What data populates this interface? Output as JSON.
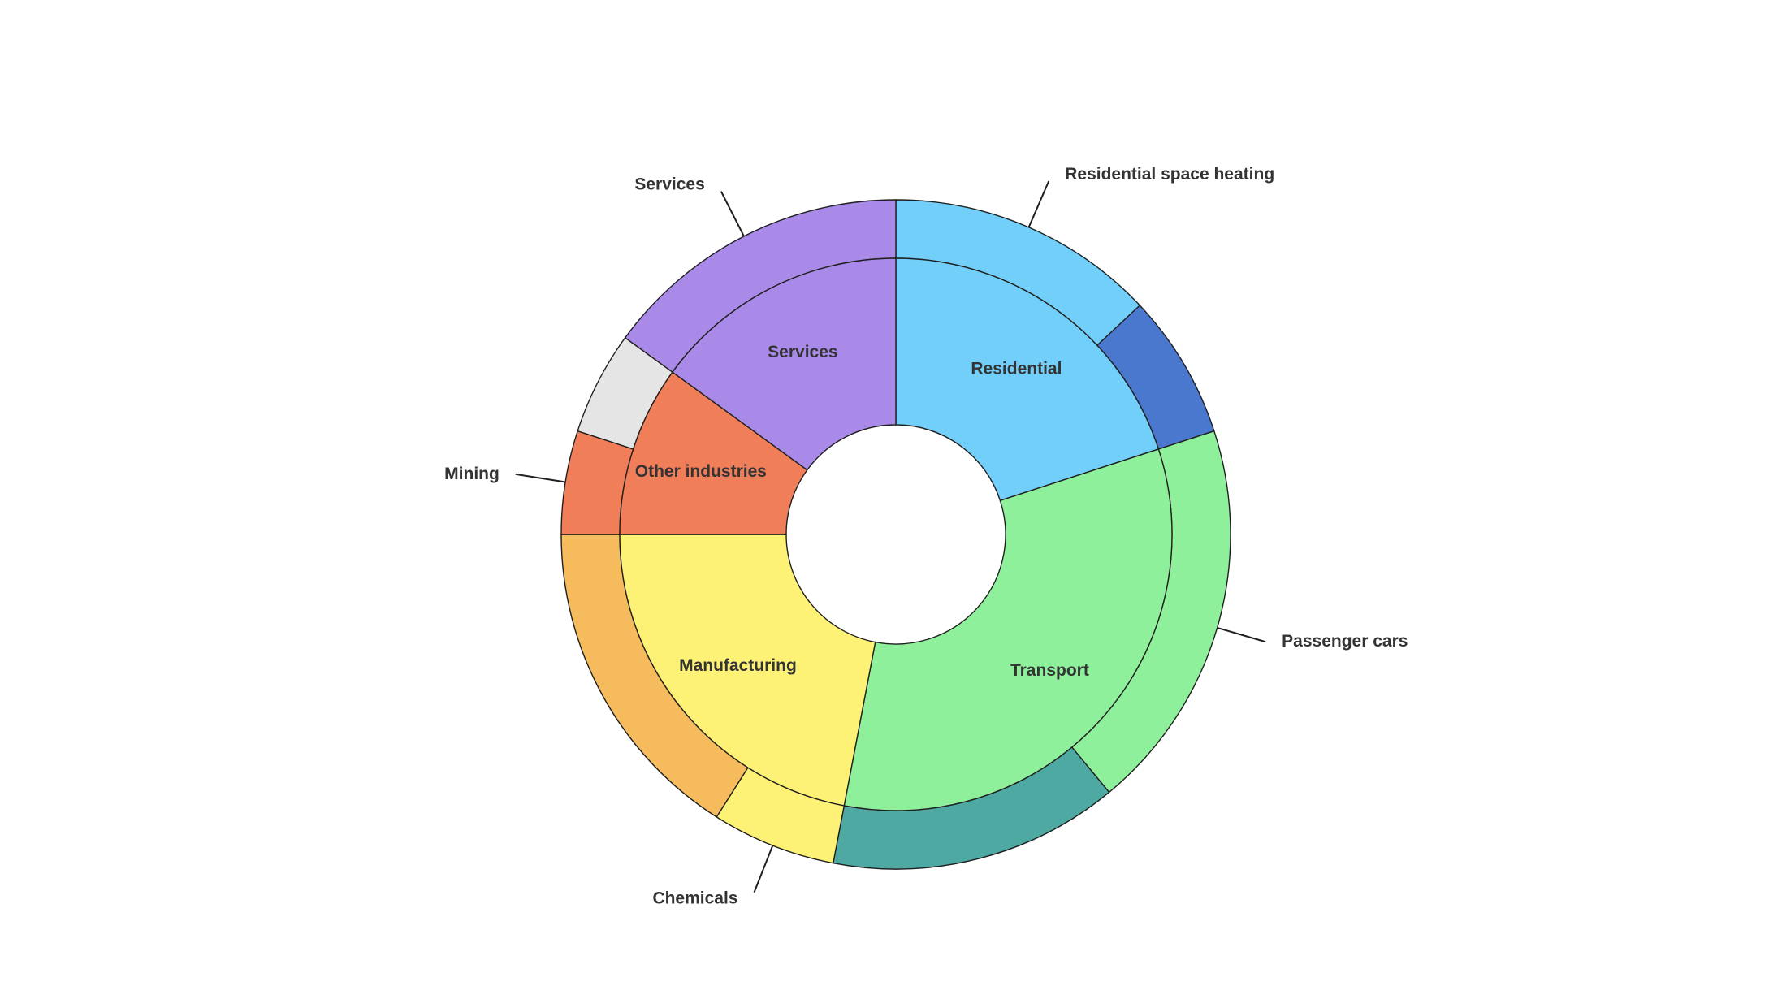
{
  "chart_data": {
    "type": "sunburst",
    "title": "",
    "inner": [
      {
        "name": "Residential",
        "value": 20,
        "color": "#72cffa",
        "label": "Residential"
      },
      {
        "name": "Transport",
        "value": 33,
        "color": "#8ff09c",
        "label": "Transport"
      },
      {
        "name": "Manufacturing",
        "value": 22,
        "color": "#fdf275",
        "label": "Manufacturing"
      },
      {
        "name": "Other industries",
        "value": 10,
        "color": "#f07e58",
        "label": "Other industries"
      },
      {
        "name": "Services",
        "value": 15,
        "color": "#a98ae8",
        "label": "Services"
      }
    ],
    "outer": [
      {
        "parent": "Residential",
        "value": 13,
        "color": "#72cffa",
        "label": "Residential space heating"
      },
      {
        "parent": "Residential",
        "value": 7,
        "color": "#4b78cf",
        "label": ""
      },
      {
        "parent": "Transport",
        "value": 19,
        "color": "#8ff09c",
        "label": "Passenger cars"
      },
      {
        "parent": "Transport",
        "value": 14,
        "color": "#4ea9a2",
        "label": ""
      },
      {
        "parent": "Manufacturing",
        "value": 6,
        "color": "#fdf275",
        "label": "Chemicals"
      },
      {
        "parent": "Manufacturing",
        "value": 16,
        "color": "#f5bb5c",
        "label": ""
      },
      {
        "parent": "Other industries",
        "value": 5,
        "color": "#f07e58",
        "label": "Mining"
      },
      {
        "parent": "Other industries",
        "value": 5,
        "color": "#e5e5e5",
        "label": ""
      },
      {
        "parent": "Services",
        "value": 15,
        "color": "#a98ae8",
        "label": "Services"
      }
    ]
  }
}
